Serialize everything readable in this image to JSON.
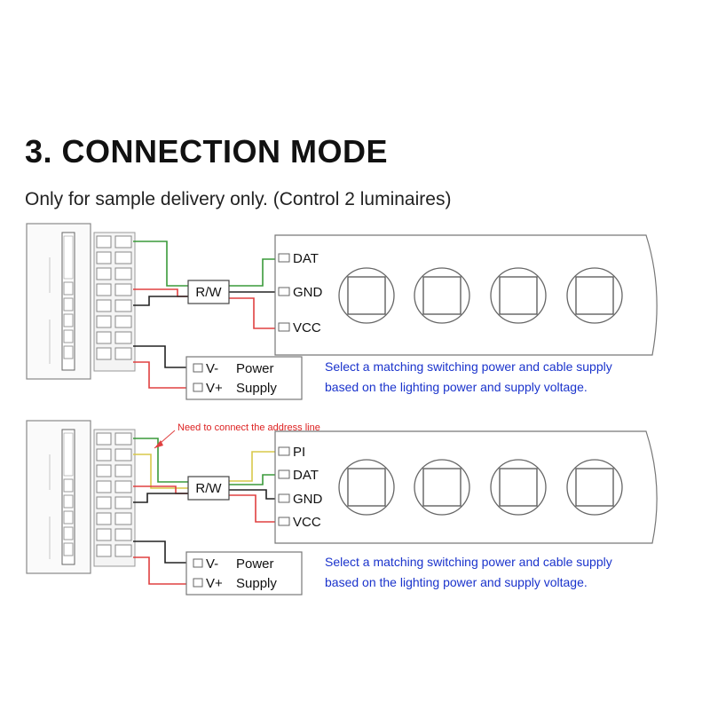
{
  "header": {
    "title": "3.  CONNECTION MODE",
    "subtitle": "Only for sample delivery only. (Control 2 luminaires)"
  },
  "diagram1": {
    "relay_label": "R/W",
    "pins": [
      "DAT",
      "GND",
      "VCC"
    ],
    "power_labels": [
      "V-",
      "V+"
    ],
    "power_text": [
      "Power",
      "Supply"
    ],
    "note_lines": [
      "Select a matching switching power and cable supply",
      "based on the lighting power and supply voltage."
    ]
  },
  "diagram2": {
    "relay_label": "R/W",
    "pins": [
      "PI",
      "DAT",
      "GND",
      "VCC"
    ],
    "power_labels": [
      "V-",
      "V+"
    ],
    "power_text": [
      "Power",
      "Supply"
    ],
    "note_lines": [
      "Select a matching switching power and cable supply",
      "based on the lighting power and supply voltage."
    ],
    "address_note": "Need to connect the address line"
  },
  "colors": {
    "wire_green": "#3a9a3a",
    "wire_red": "#e04040",
    "wire_black": "#222222",
    "wire_yellow": "#d8c84a",
    "note_blue": "#1a33cc"
  }
}
